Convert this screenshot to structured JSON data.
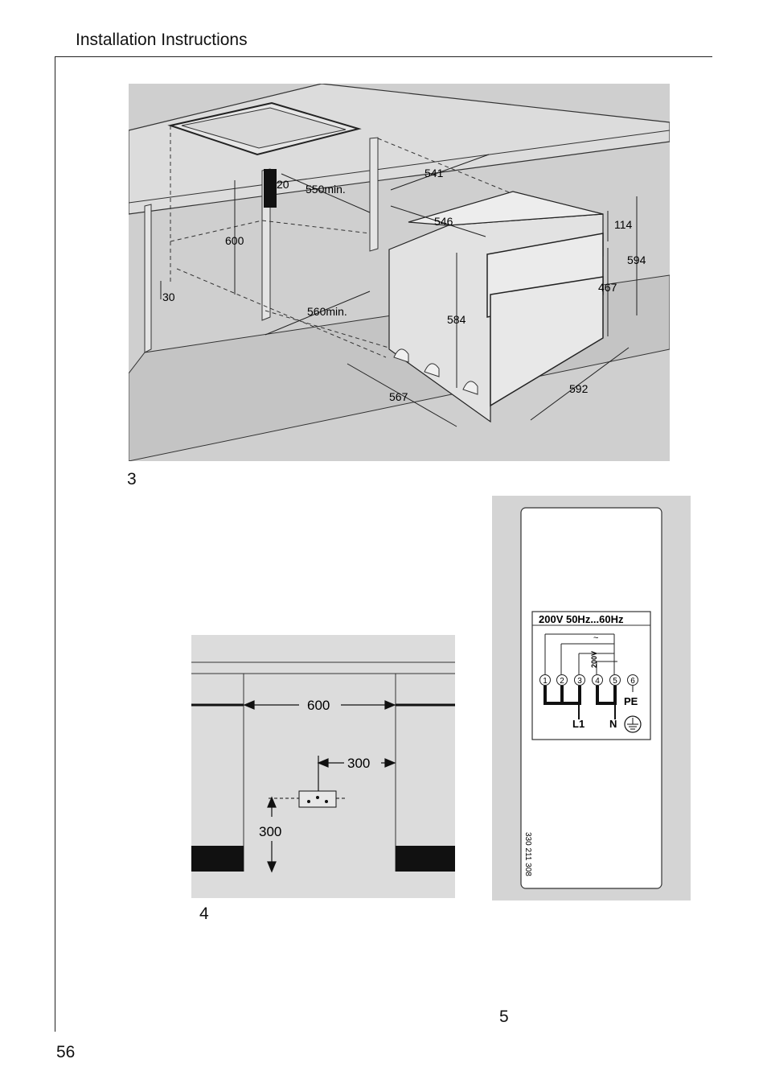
{
  "header": {
    "title": "Installation Instructions"
  },
  "page_number": "56",
  "figure3": {
    "label": "3",
    "dims": {
      "d541": "541",
      "d20": "20",
      "d550": "550min.",
      "d546": "546",
      "d114": "114",
      "d600": "600",
      "d594": "594",
      "d467": "467",
      "d30": "30",
      "d560": "560min.",
      "d584": "584",
      "d567": "567",
      "d592": "592"
    }
  },
  "figure4": {
    "label": "4",
    "dims": {
      "width": "600",
      "offset_x": "300",
      "height": "300"
    }
  },
  "figure5": {
    "label": "5",
    "voltage_title": "200V 50Hz...60Hz",
    "wiring_voltage": "200V",
    "tilde": "~",
    "terminals": [
      "1",
      "2",
      "3",
      "4",
      "5",
      "6"
    ],
    "pe_label": "PE",
    "l1_label": "L1",
    "n_label": "N",
    "part_number": "330 211 308"
  }
}
